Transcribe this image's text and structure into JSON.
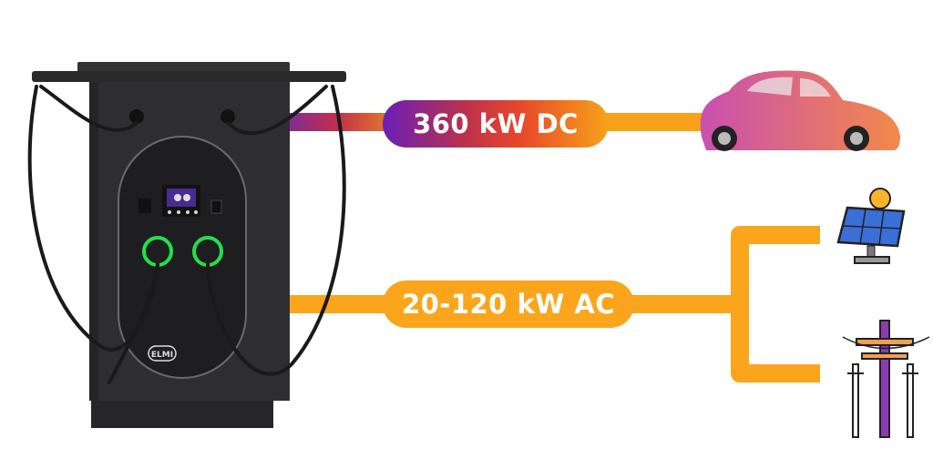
{
  "dc_label": "360 kW DC",
  "ac_label": "20-120 kW AC",
  "brand_logo": "ELMI",
  "colors": {
    "dc_start": "#6a1fb8",
    "dc_end": "#f7a21a",
    "ac": "#fba51d",
    "charger": "#2b2b2d",
    "led": "#1fe04a"
  },
  "icons": [
    "ev-charger-icon",
    "car-icon",
    "solar-panel-icon",
    "power-pylon-icon"
  ]
}
